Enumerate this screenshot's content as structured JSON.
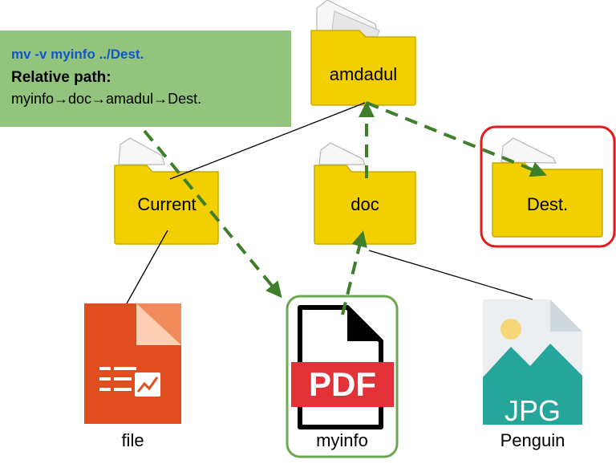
{
  "callout": {
    "command": "mv -v myinfo ../Dest.",
    "relative_title": "Relative path:",
    "relative_path": "myinfo→doc→amadul→Dest."
  },
  "folders": {
    "root": "amdadul",
    "current": "Current",
    "doc": "doc",
    "dest": "Dest."
  },
  "files": {
    "file": "file",
    "myinfo": "myinfo",
    "penguin": "Penguin"
  },
  "icons": {
    "pdf_text": "PDF",
    "jpg_text": "JPG"
  },
  "colors": {
    "folder": "#f1cf00",
    "folder_edge": "#c9ac00",
    "callout": "#93c47d",
    "arrow": "#3f7f2b",
    "dest_highlight": "#e31b1b",
    "myinfo_highlight": "#6aa84f",
    "pdf_red": "#e23237",
    "slide_orange": "#e04e20",
    "jpg_teal": "#26a69a"
  }
}
